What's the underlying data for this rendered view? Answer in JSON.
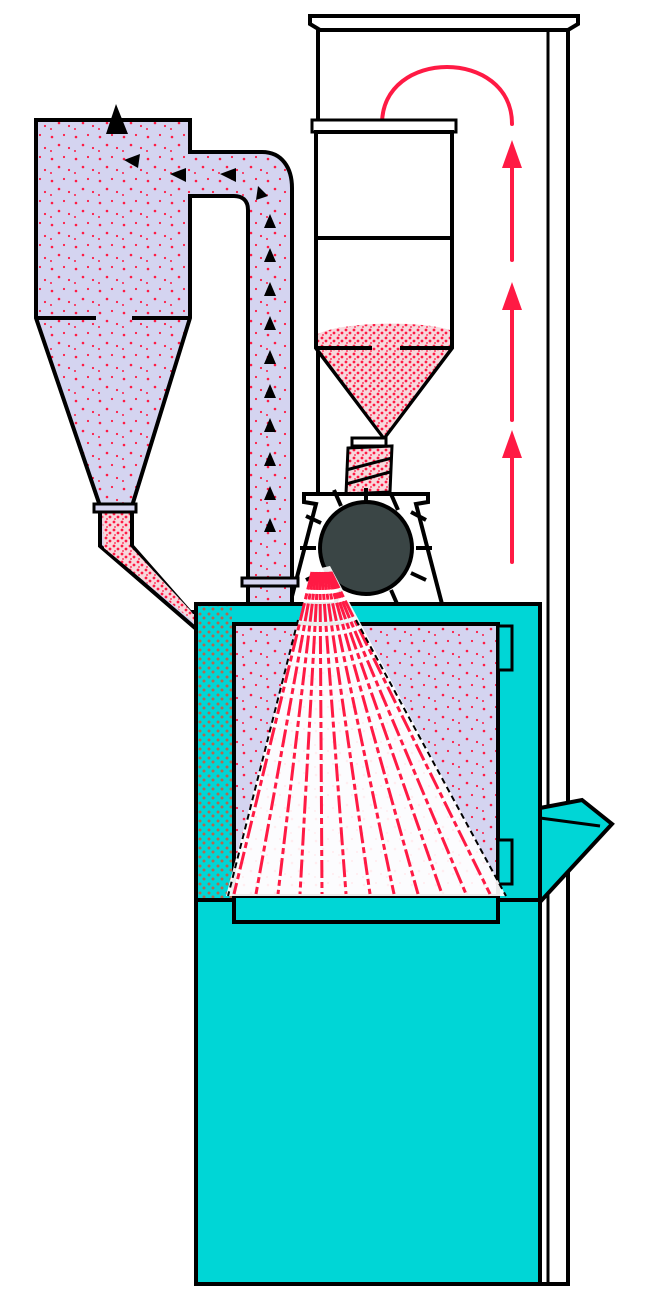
{
  "diagram": {
    "kind": "shot-blasting-machine-cross-section",
    "components": [
      "cyclone-separator",
      "exhaust-duct",
      "bucket-elevator-column",
      "abrasive-storage-hopper",
      "screw-feeder",
      "blast-wheel",
      "blast-chamber",
      "chamber-door",
      "discharge-chute",
      "machine-base"
    ],
    "flows": [
      "air-flow-through-duct-into-cyclone",
      "abrasive-lifted-up-elevator",
      "abrasive-falls-into-hopper",
      "abrasive-thrown-by-blast-wheel"
    ],
    "colors": {
      "machine_body": "#00d6d6",
      "air_space": "#d4d4f0",
      "abrasive_flow": "#ff1a44",
      "outline": "#000000",
      "blast_wheel": "#3a4545",
      "background": "#ffffff"
    }
  }
}
